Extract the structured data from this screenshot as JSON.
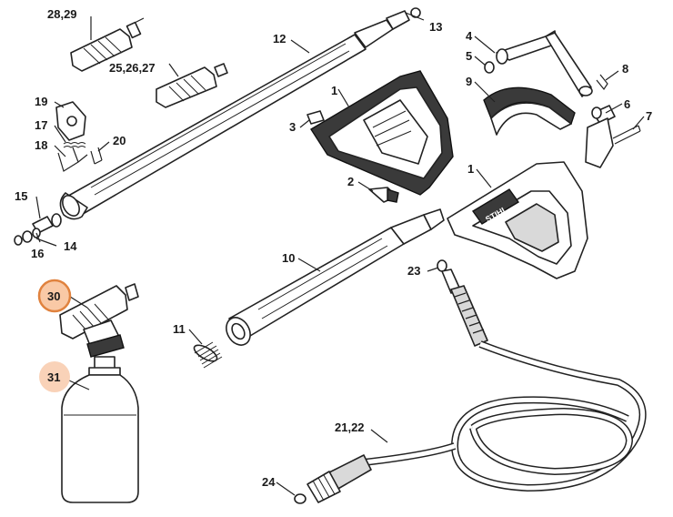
{
  "diagram": {
    "callouts": [
      {
        "id": "c-28-29",
        "label": "28,29"
      },
      {
        "id": "c-25-27",
        "label": "25,26,27"
      },
      {
        "id": "c-19",
        "label": "19"
      },
      {
        "id": "c-17",
        "label": "17"
      },
      {
        "id": "c-18",
        "label": "18"
      },
      {
        "id": "c-20",
        "label": "20"
      },
      {
        "id": "c-15",
        "label": "15"
      },
      {
        "id": "c-16",
        "label": "16"
      },
      {
        "id": "c-14",
        "label": "14"
      },
      {
        "id": "c-12",
        "label": "12"
      },
      {
        "id": "c-13",
        "label": "13"
      },
      {
        "id": "c-1a",
        "label": "1"
      },
      {
        "id": "c-1b",
        "label": "1"
      },
      {
        "id": "c-3",
        "label": "3"
      },
      {
        "id": "c-2",
        "label": "2"
      },
      {
        "id": "c-4",
        "label": "4"
      },
      {
        "id": "c-5",
        "label": "5"
      },
      {
        "id": "c-8",
        "label": "8"
      },
      {
        "id": "c-9",
        "label": "9"
      },
      {
        "id": "c-6",
        "label": "6"
      },
      {
        "id": "c-7",
        "label": "7"
      },
      {
        "id": "c-10",
        "label": "10"
      },
      {
        "id": "c-23",
        "label": "23"
      },
      {
        "id": "c-11",
        "label": "11"
      },
      {
        "id": "c-21-22",
        "label": "21,22"
      },
      {
        "id": "c-24",
        "label": "24"
      },
      {
        "id": "c-30",
        "label": "30",
        "highlight": "selected"
      },
      {
        "id": "c-31",
        "label": "31",
        "highlight": "related"
      }
    ],
    "brand_on_handle": "STIHL",
    "colors": {
      "highlight_fill": "#f9c9a6",
      "highlight_stroke": "#e0823e",
      "line": "#222222"
    }
  }
}
